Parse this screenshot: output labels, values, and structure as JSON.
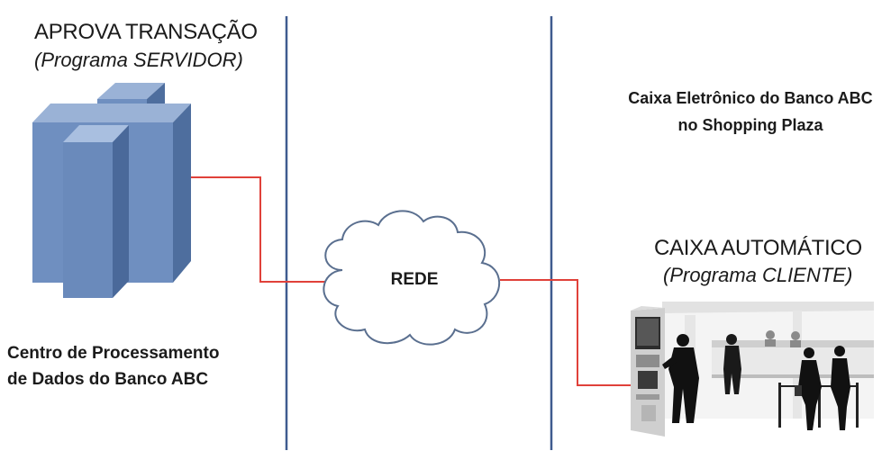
{
  "server": {
    "title": "APROVA TRANSAÇÃO",
    "subtitle": "(Programa SERVIDOR)",
    "location_line1": "Centro de Processamento",
    "location_line2": "de Dados do Banco ABC"
  },
  "network": {
    "label": "REDE"
  },
  "client": {
    "location_line1": "Caixa Eletrônico do Banco ABC",
    "location_line2": "no Shopping Plaza",
    "title": "CAIXA AUTOMÁTICO",
    "subtitle": "(Programa CLIENTE)"
  },
  "colors": {
    "divider": "#3f5b8f",
    "connector": "#e0413a",
    "building_front": "#6f8fc0",
    "building_side": "#4e6e9e",
    "building_top": "#9ab2d6",
    "cloud_stroke": "#5a6f8f"
  }
}
